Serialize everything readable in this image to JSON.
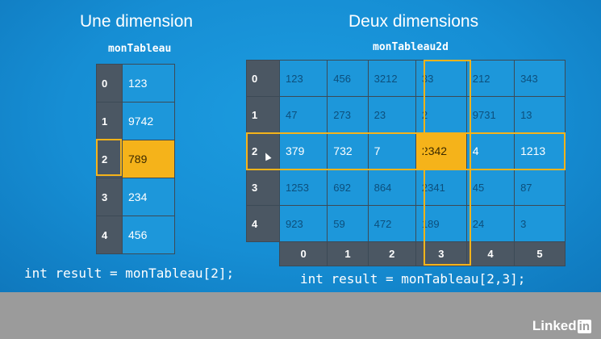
{
  "left": {
    "title": "Une dimension",
    "var_name": "monTableau",
    "rows": [
      {
        "index": "0",
        "value": "123"
      },
      {
        "index": "1",
        "value": "9742"
      },
      {
        "index": "2",
        "value": "789"
      },
      {
        "index": "3",
        "value": "234"
      },
      {
        "index": "4",
        "value": "456"
      }
    ],
    "highlight_row": 2,
    "code": "int result = monTableau[2];"
  },
  "right": {
    "title": "Deux dimensions",
    "var_name": "monTableau2d",
    "row_indices": [
      "0",
      "1",
      "2",
      "3",
      "4"
    ],
    "col_indices": [
      "0",
      "1",
      "2",
      "3",
      "4",
      "5"
    ],
    "cells": [
      [
        "123",
        "456",
        "3212",
        "33",
        "212",
        "343"
      ],
      [
        "47",
        "273",
        "23",
        "2",
        "9731",
        "13"
      ],
      [
        "379",
        "732",
        "7",
        "2342",
        "4",
        "1213"
      ],
      [
        "1253",
        "692",
        "864",
        "2341",
        "45",
        "87"
      ],
      [
        "923",
        "59",
        "472",
        "189",
        "24",
        "3"
      ]
    ],
    "highlight_row": 2,
    "highlight_col": 3,
    "code": "int result = monTableau[2,3];"
  },
  "colors": {
    "background": "#168ed4",
    "cell": "#1d97da",
    "index_cell": "#4b5763",
    "highlight": "#f5b31a",
    "footer": "#9b9b9b"
  },
  "footer": {
    "logo_text": "Linked",
    "logo_badge": "in"
  }
}
